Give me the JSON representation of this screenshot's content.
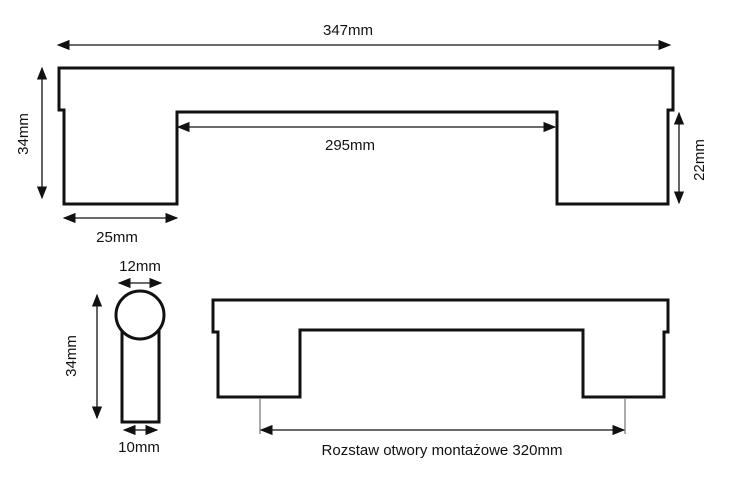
{
  "dimensions": {
    "overall_length": "347mm",
    "height_top": "34mm",
    "inner_span": "295mm",
    "leg_height": "22mm",
    "leg_width": "25mm",
    "profile_top_diameter": "12mm",
    "profile_height": "34mm",
    "profile_bottom_width": "10mm",
    "hole_spacing": "Rozstaw otwory montażowe 320mm"
  },
  "colors": {
    "line": "#111111",
    "background": "#ffffff"
  }
}
